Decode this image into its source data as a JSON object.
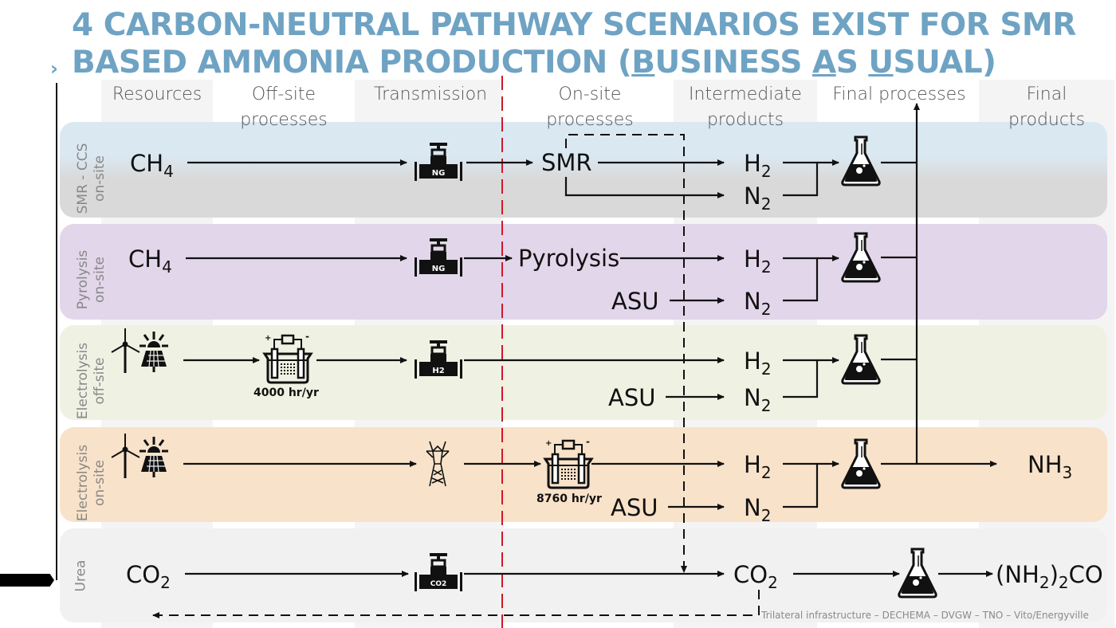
{
  "title": {
    "line1": "4 CARBON-NEUTRAL PATHWAY SCENARIOS EXIST FOR SMR",
    "line2_prefix": "BASED AMMONIA PRODUCTION (",
    "b": "B",
    "usiness": "USINESS ",
    "a": "A",
    "s": "S ",
    "u": "U",
    "sual": "SUAL)",
    "color": "#6fa3c3"
  },
  "columns": [
    {
      "label": "Resources"
    },
    {
      "label": "Off-site processes"
    },
    {
      "label": "Transmission"
    },
    {
      "label": "On-site processes"
    },
    {
      "label": "Intermediate products"
    },
    {
      "label": "Final processes"
    },
    {
      "label": "Final products"
    }
  ],
  "colhead": {
    "resources": "Resources",
    "offsite1": "Off-site",
    "offsite2": "processes",
    "transmission": "Transmission",
    "onsite1": "On-site",
    "onsite2": "processes",
    "inter1": "Intermediate",
    "inter2": "products",
    "finalproc": "Final processes",
    "finalprod1": "Final",
    "finalprod2": "products"
  },
  "rows": [
    {
      "id": "smr-ccs",
      "label1": "SMR - CCS",
      "label2": "on-site",
      "color": "#dbe8f1",
      "resource": "CH",
      "resource_sub": "4",
      "transmission_icon": "pipeline-valve-icon",
      "transmission_tag": "NG",
      "onsite": "SMR",
      "h2": "H",
      "n2": "N",
      "sub": "2"
    },
    {
      "id": "pyrolysis",
      "label1": "Pyrolysis",
      "label2": "on-site",
      "color": "#e2d6ea",
      "resource": "CH",
      "resource_sub": "4",
      "transmission_icon": "pipeline-valve-icon",
      "transmission_tag": "NG",
      "onsite": "Pyrolysis",
      "asu": "ASU",
      "h2": "H",
      "n2": "N",
      "sub": "2"
    },
    {
      "id": "electrolysis-offsite",
      "label1": "Electrolysis",
      "label2": "off-site",
      "color": "#eff1e3",
      "resource_icons": [
        "wind-turbine-icon",
        "solar-panel-icon"
      ],
      "offsite_icon": "electrolyzer-icon",
      "offsite_hours": "4000 hr/yr",
      "transmission_icon": "pipeline-valve-icon",
      "transmission_tag": "H2",
      "asu": "ASU",
      "h2": "H",
      "n2": "N",
      "sub": "2"
    },
    {
      "id": "electrolysis-onsite",
      "label1": "Electrolysis",
      "label2": "on-site",
      "color": "#f8e2c9",
      "resource_icons": [
        "wind-turbine-icon",
        "solar-panel-icon"
      ],
      "transmission_icon": "power-pylon-icon",
      "onsite_icon": "electrolyzer-icon",
      "onsite_hours": "8760 hr/yr",
      "asu": "ASU",
      "h2": "H",
      "n2": "N",
      "sub": "2",
      "final_product": "NH",
      "final_product_sub": "3"
    },
    {
      "id": "urea",
      "label1": "Urea",
      "color": "#f1f1f1",
      "resource": "CO",
      "resource_sub": "2",
      "transmission_icon": "pipeline-valve-icon",
      "transmission_tag": "CO2",
      "intermediate": "CO",
      "intermediate_sub": "2",
      "fp_a": "(NH",
      "fp_sub1": "2",
      "fp_b": ")",
      "fp_sub2": "2",
      "fp_c": "CO"
    }
  ],
  "credit": "Trilateral infrastructure – DECHEMA – DVGW – TNO – Vito/Energyville",
  "colors": {
    "boundary": "#d0182a",
    "arrow": "#111111",
    "column_header": "#555555"
  }
}
